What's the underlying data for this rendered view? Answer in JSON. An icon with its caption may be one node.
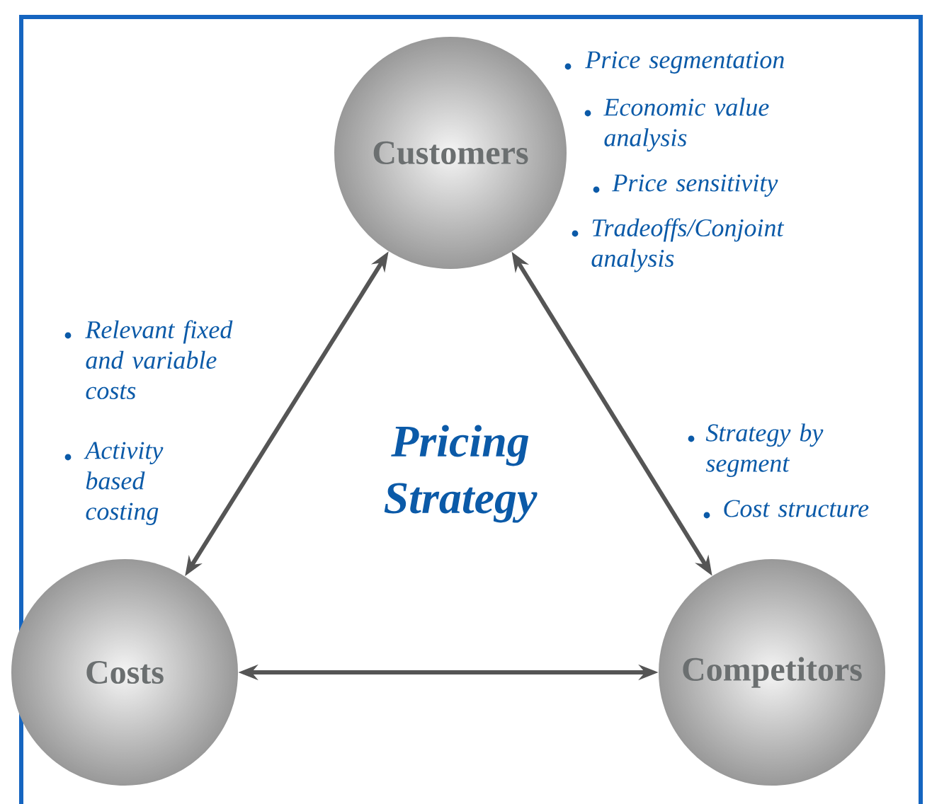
{
  "diagram": {
    "nodes": [
      {
        "text": [
          "Customers"
        ],
        "beside": [
          "Price segmentation",
          "Economic value analysis",
          "Price sensitivity",
          "Tradeoffs/Conjoint analysis"
        ]
      },
      {
        "text": [
          "Costs"
        ]
      },
      {
        "text": [
          "Competitors"
        ]
      }
    ],
    "edges": [
      {
        "from": 0,
        "to": 1,
        "arrow": "both"
      },
      {
        "from": 0,
        "to": 2,
        "arrow": "both"
      },
      {
        "from": 1,
        "to": 2,
        "arrow": "both"
      }
    ],
    "labels": [
      "Relevant fixed and variable costs",
      "Activity based costing",
      "Pricing Strategy",
      "Strategy by segment",
      "Cost structure"
    ]
  }
}
